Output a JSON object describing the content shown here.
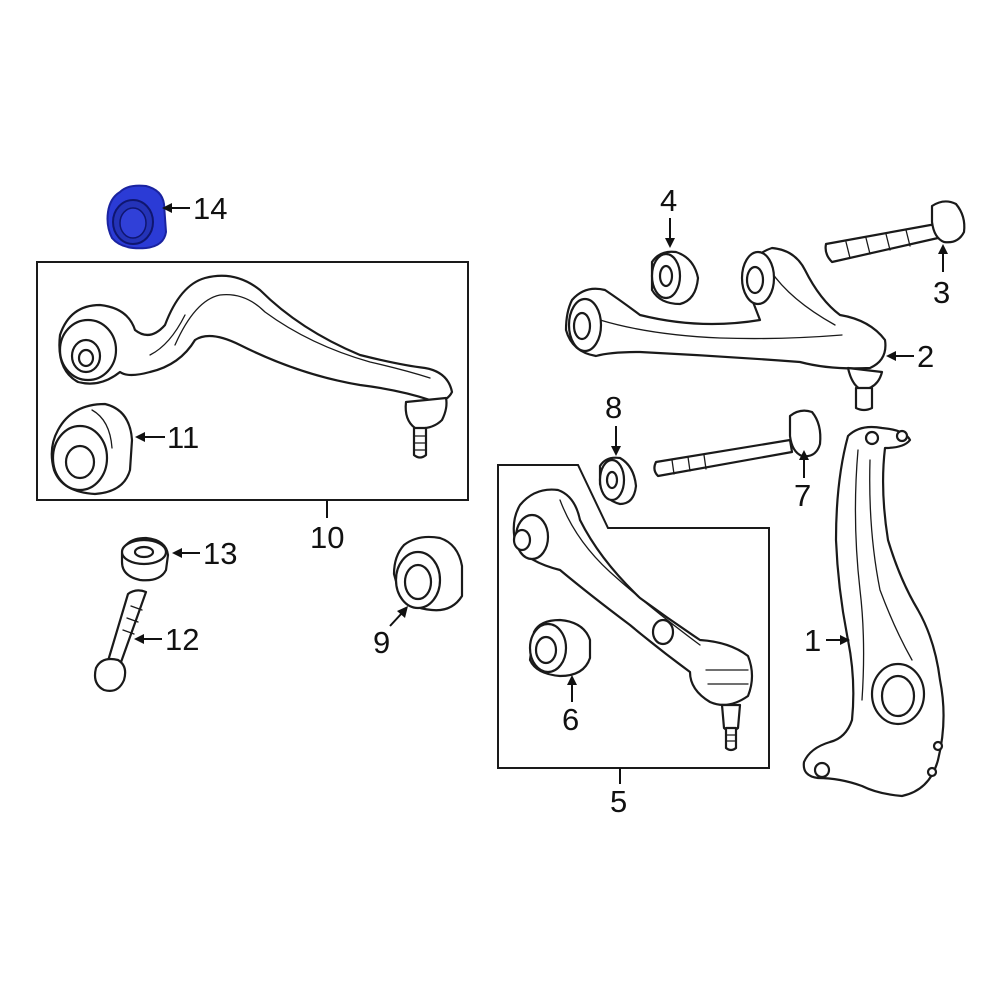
{
  "callouts": {
    "c1": "1",
    "c2": "2",
    "c3": "3",
    "c4": "4",
    "c5": "5",
    "c6": "6",
    "c7": "7",
    "c8": "8",
    "c9": "9",
    "c10": "10",
    "c11": "11",
    "c12": "12",
    "c13": "13",
    "c14": "14"
  },
  "colors": {
    "highlight": "#2b3bd6",
    "highlight_dark": "#1a23a0",
    "line": "#1a1a1a"
  }
}
